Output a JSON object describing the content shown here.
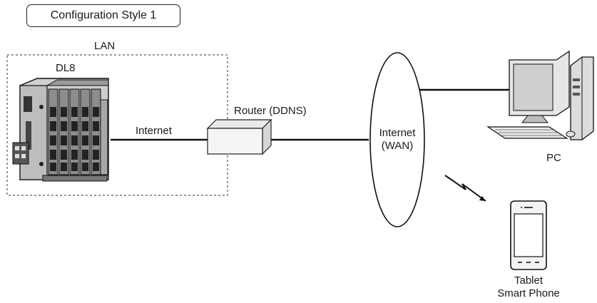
{
  "title": "Configuration Style 1",
  "labels": {
    "lan": "LAN",
    "dl8": "DL8",
    "internet_link": "Internet",
    "router": "Router (DDNS)",
    "cloud_line1": "Internet",
    "cloud_line2": "(WAN)",
    "pc": "PC",
    "tablet_line1": "Tablet",
    "tablet_line2": "Smart Phone"
  },
  "icons": {
    "dl8": "dl8-logger-icon",
    "router": "router-box-icon",
    "pc": "desktop-pc-icon",
    "phone": "smartphone-icon",
    "wireless": "lightning-bolt-icon"
  }
}
